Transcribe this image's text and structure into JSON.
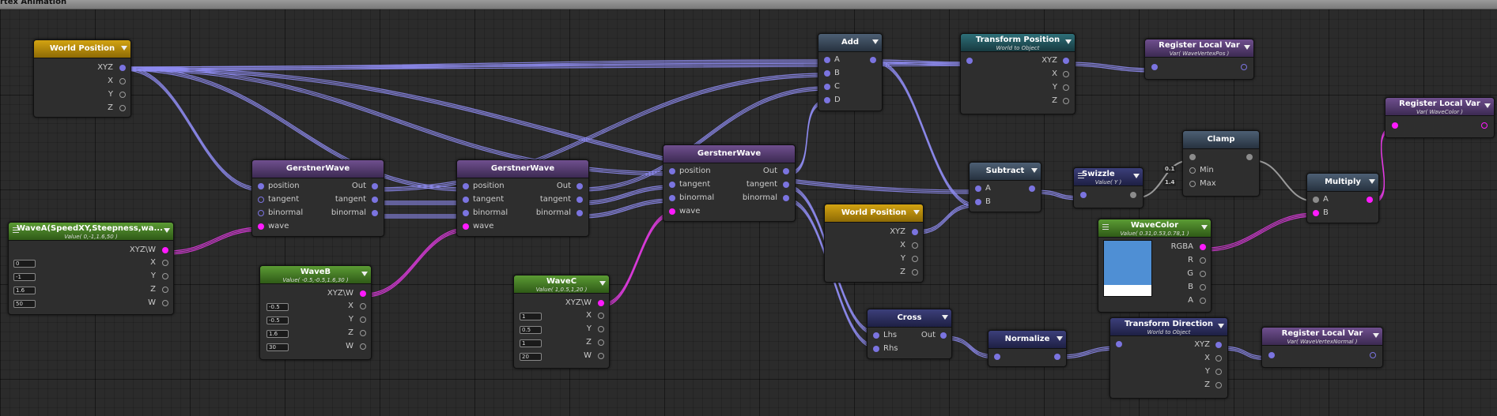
{
  "window": {
    "title": "rtex Animation"
  },
  "nodes": {
    "worldPos1": {
      "title": "World Position",
      "ports": [
        "XYZ",
        "X",
        "Y",
        "Z"
      ]
    },
    "gw1": {
      "title": "GerstnerWave",
      "inputs": [
        "position",
        "tangent",
        "binormal",
        "wave"
      ],
      "outputs": [
        "Out",
        "tangent",
        "binormal"
      ]
    },
    "gw2": {
      "title": "GerstnerWave",
      "inputs": [
        "position",
        "tangent",
        "binormal",
        "wave"
      ],
      "outputs": [
        "Out",
        "tangent",
        "binormal"
      ]
    },
    "gw3": {
      "title": "GerstnerWave",
      "inputs": [
        "position",
        "tangent",
        "binormal",
        "wave"
      ],
      "outputs": [
        "Out",
        "tangent",
        "binormal"
      ]
    },
    "waveA": {
      "title": "WaveA(SpeedXY,Steepness,wa...",
      "subtitle": "Value( 0,-1,1.6,50 )",
      "ports": [
        "XYZ\\W",
        "X",
        "Y",
        "Z",
        "W"
      ],
      "values": [
        "0",
        "-1",
        "1.6",
        "50"
      ]
    },
    "waveB": {
      "title": "WaveB",
      "subtitle": "Value( -0.5,-0.5,1.6,30 )",
      "ports": [
        "XYZ\\W",
        "X",
        "Y",
        "Z",
        "W"
      ],
      "values": [
        "-0.5",
        "-0.5",
        "1.6",
        "30"
      ]
    },
    "waveC": {
      "title": "WaveC",
      "subtitle": "Value( 1,0.5,1,20 )",
      "ports": [
        "XYZ\\W",
        "X",
        "Y",
        "Z",
        "W"
      ],
      "values": [
        "1",
        "0.5",
        "1",
        "20"
      ]
    },
    "add": {
      "title": "Add",
      "inputs": [
        "A",
        "B",
        "C",
        "D"
      ]
    },
    "transformPos": {
      "title": "Transform Position",
      "subtitle": "World to Object",
      "ports": [
        "XYZ",
        "X",
        "Y",
        "Z"
      ]
    },
    "regVar1": {
      "title": "Register Local Var",
      "subtitle": "Var( WaveVertexPos )"
    },
    "regVar2": {
      "title": "Register Local Var",
      "subtitle": "Var( WaveColor )"
    },
    "regVar3": {
      "title": "Register Local Var",
      "subtitle": "Var( WaveVertexNormal )"
    },
    "subtract": {
      "title": "Subtract",
      "inputs": [
        "A",
        "B"
      ]
    },
    "swizzle": {
      "title": "Swizzle",
      "subtitle": "Value( Y )"
    },
    "clamp": {
      "title": "Clamp",
      "inputs": [
        "Min",
        "Max"
      ],
      "chips": [
        "0.1",
        "1.4"
      ]
    },
    "multiply": {
      "title": "Multiply",
      "inputs": [
        "A",
        "B"
      ]
    },
    "worldPos2": {
      "title": "World Position",
      "ports": [
        "XYZ",
        "X",
        "Y",
        "Z"
      ]
    },
    "waveColor": {
      "title": "WaveColor",
      "subtitle": "Value( 0.31,0.53,0.78,1 )",
      "ports": [
        "RGBA",
        "R",
        "G",
        "B",
        "A"
      ]
    },
    "cross": {
      "title": "Cross",
      "inputs": [
        "Lhs",
        "Rhs"
      ],
      "output": "Out"
    },
    "normalize": {
      "title": "Normalize"
    },
    "transformDir": {
      "title": "Transform Direction",
      "subtitle": "World to Object",
      "ports": [
        "XYZ",
        "X",
        "Y",
        "Z"
      ]
    }
  },
  "colors": {
    "wire_blue": "#8f8cf2",
    "wire_magenta": "#e23be2",
    "wire_gray": "#9a9a9a",
    "header_yellow": "#c9990e",
    "header_purple": "#5c3f7a",
    "header_green": "#4c8a2a",
    "header_slate": "#3b4a5c",
    "header_teal": "#235a62",
    "header_navy": "#2e3062",
    "swatch": "#4f8fd4"
  }
}
